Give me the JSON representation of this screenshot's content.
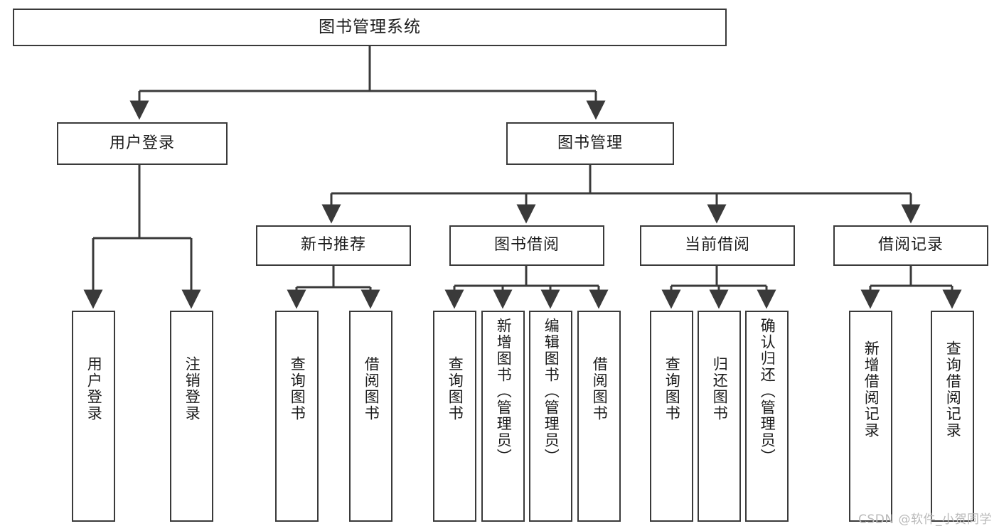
{
  "diagram": {
    "type": "tree",
    "title": "图书管理系统",
    "root": {
      "id": "root",
      "label": "图书管理系统"
    },
    "level2": [
      {
        "id": "user-login",
        "label": "用户登录"
      },
      {
        "id": "book-manage",
        "label": "图书管理"
      }
    ],
    "level3": [
      {
        "id": "new-book-recommend",
        "label": "新书推荐",
        "parent": "book-manage"
      },
      {
        "id": "book-borrow",
        "label": "图书借阅",
        "parent": "book-manage"
      },
      {
        "id": "current-borrow",
        "label": "当前借阅",
        "parent": "book-manage"
      },
      {
        "id": "borrow-record",
        "label": "借阅记录",
        "parent": "book-manage"
      }
    ],
    "leaves": {
      "user_login": [
        {
          "id": "leaf-user-login",
          "label": "用户登录"
        },
        {
          "id": "leaf-user-logout",
          "label": "注销登录"
        }
      ],
      "new_book_recommend": [
        {
          "id": "leaf-query-book-1",
          "label": "查询图书"
        },
        {
          "id": "leaf-borrow-book-1",
          "label": "借阅图书"
        }
      ],
      "book_borrow": [
        {
          "id": "leaf-query-book-2",
          "label": "查询图书"
        },
        {
          "id": "leaf-add-book",
          "label": "新增图书（管理员）"
        },
        {
          "id": "leaf-edit-book",
          "label": "编辑图书（管理员）"
        },
        {
          "id": "leaf-borrow-book-2",
          "label": "借阅图书"
        }
      ],
      "current_borrow": [
        {
          "id": "leaf-query-book-3",
          "label": "查询图书"
        },
        {
          "id": "leaf-return-book",
          "label": "归还图书"
        },
        {
          "id": "leaf-confirm-return",
          "label": "确认归还（管理员）"
        }
      ],
      "borrow_record": [
        {
          "id": "leaf-add-record",
          "label": "新增借阅记录"
        },
        {
          "id": "leaf-query-record",
          "label": "查询借阅记录"
        }
      ]
    },
    "colors": {
      "node_border": "#3a3a3a",
      "node_fill": "#ffffff",
      "edge": "#3a3a3a",
      "text": "#1b1b1b",
      "watermark": "#b9b9b9",
      "background": "#ffffff"
    }
  },
  "watermark": {
    "text": "CSDN @软件_小贺同学"
  }
}
